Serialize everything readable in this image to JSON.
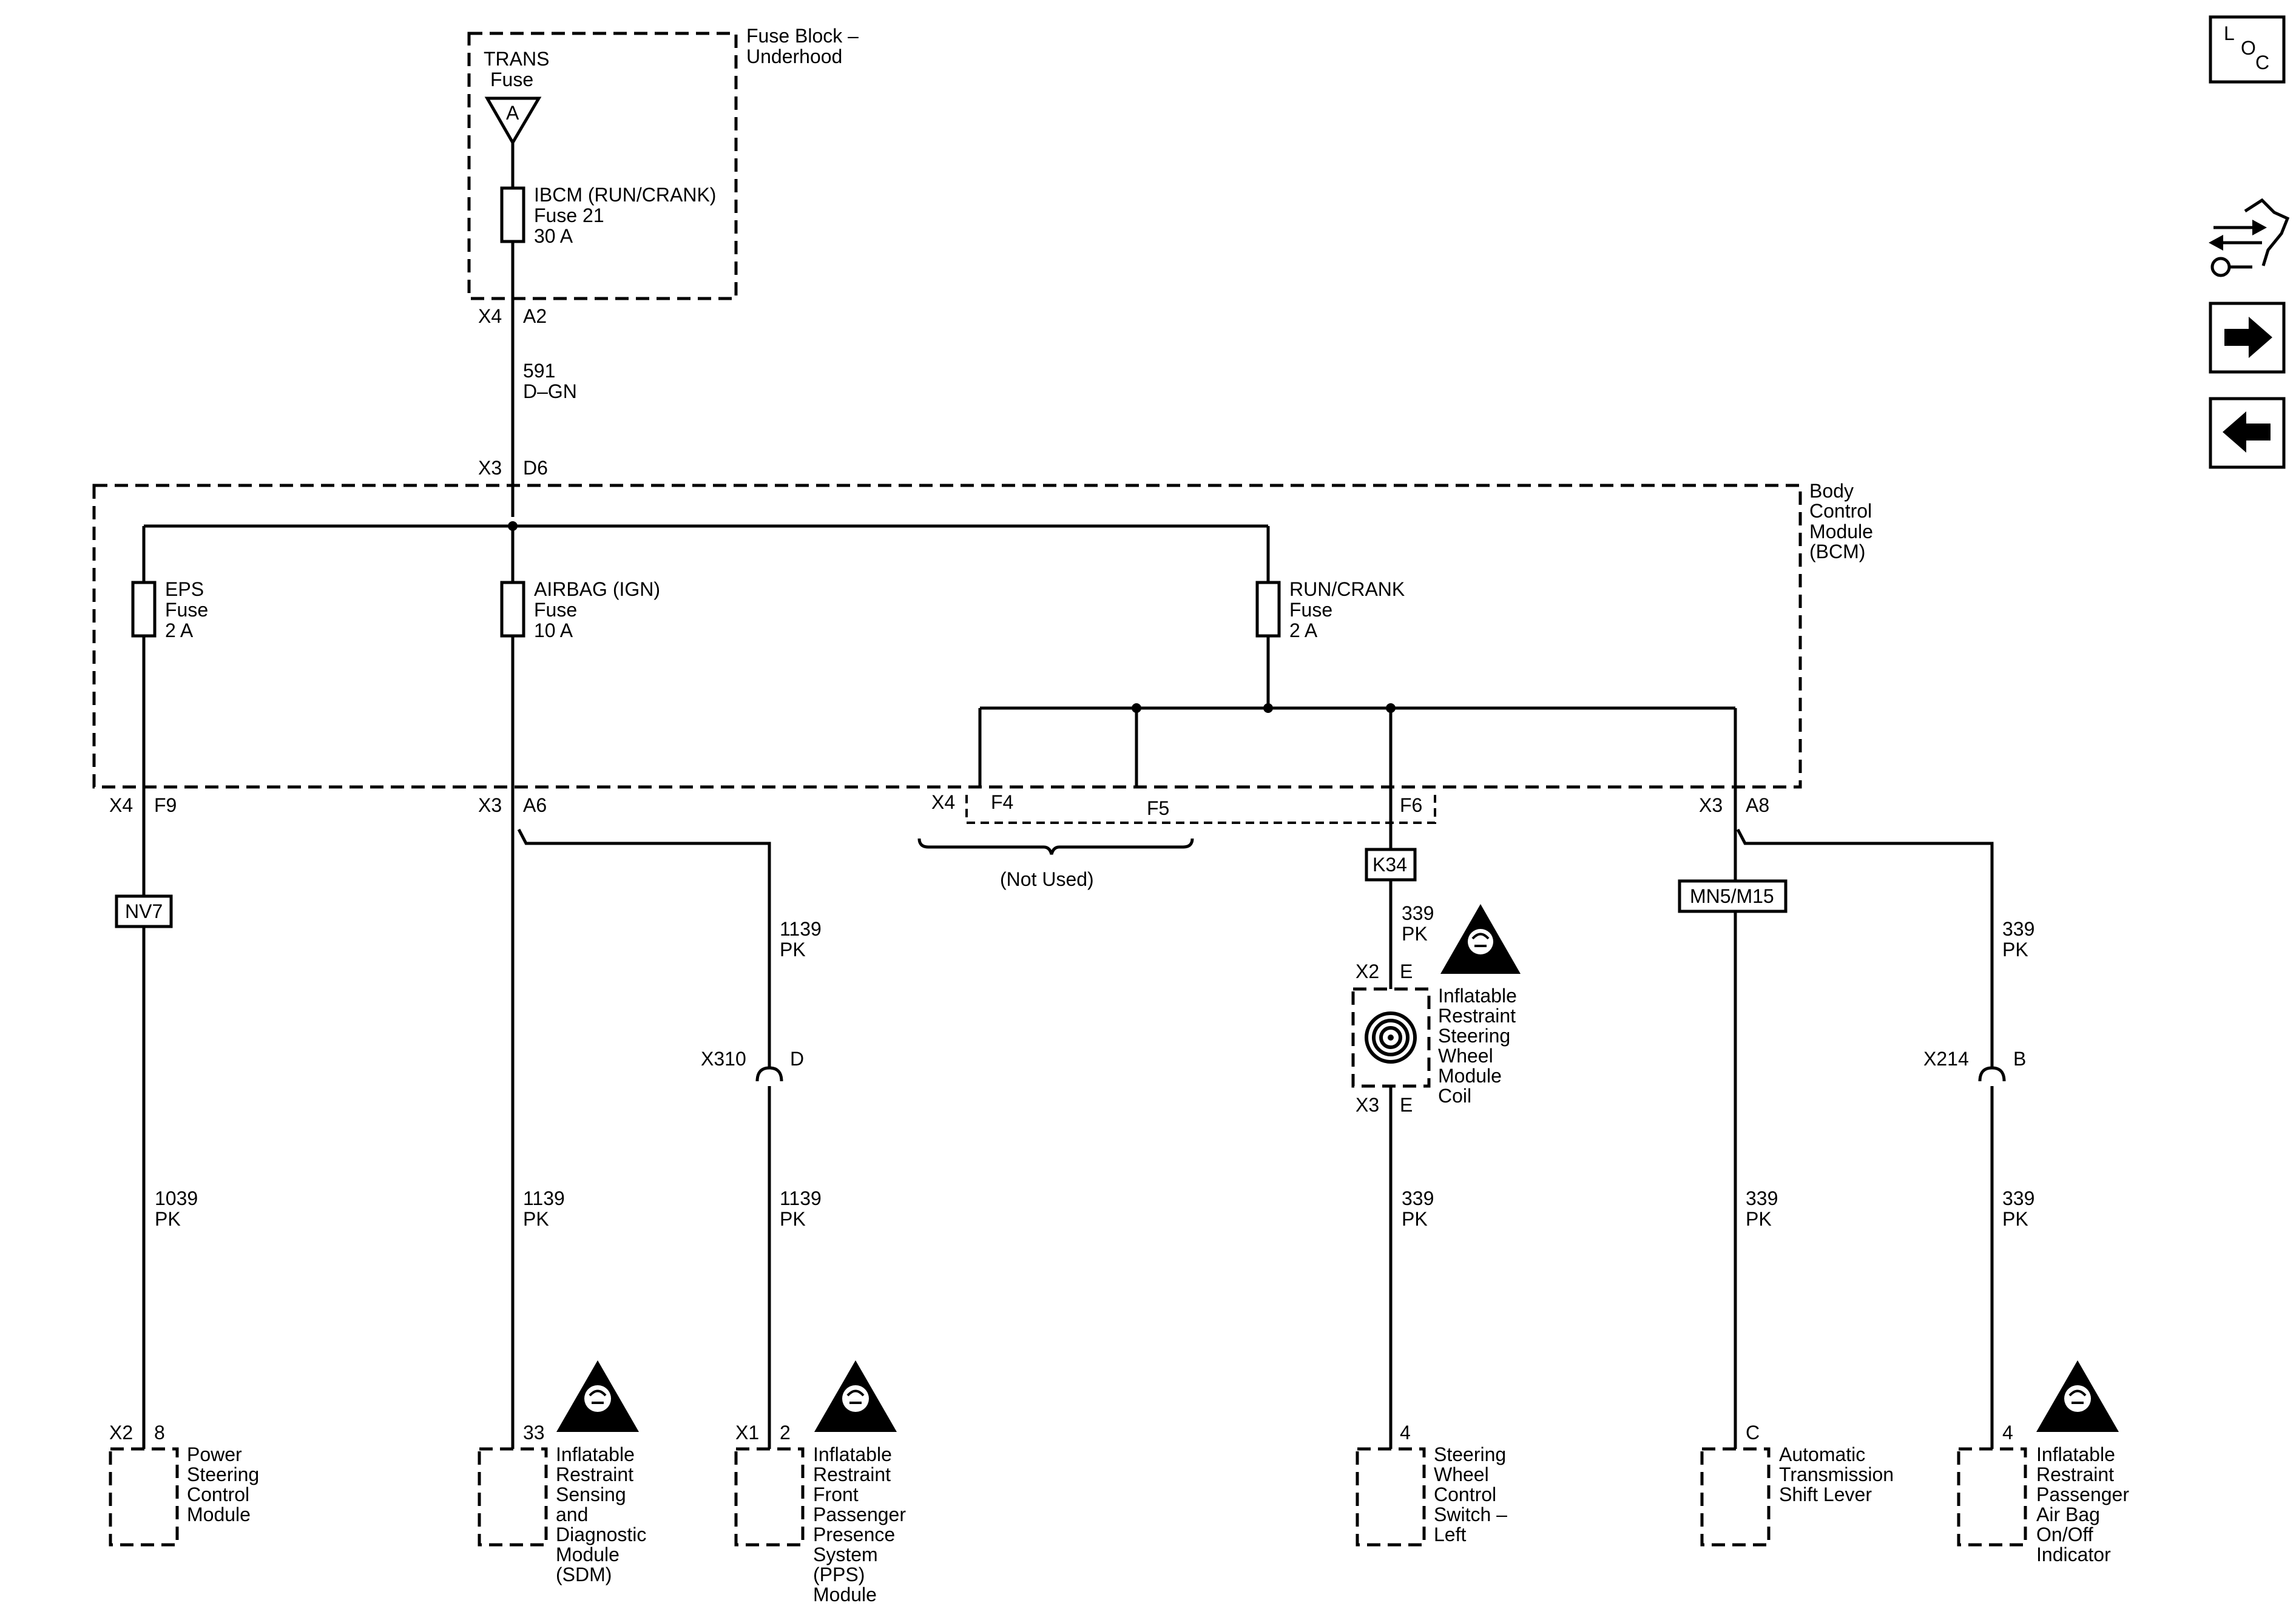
{
  "fuse_block": {
    "title": [
      "Fuse Block –",
      "Underhood"
    ],
    "trans_label": [
      "TRANS",
      "Fuse"
    ],
    "trans_letter": "A",
    "ibcm_fuse": [
      "IBCM (RUN/CRANK)",
      "Fuse 21",
      "30 A"
    ],
    "conn_x4": "X4",
    "pin_a2": "A2"
  },
  "feed_wire": [
    "591",
    "D–GN"
  ],
  "bcm": {
    "title": [
      "Body",
      "Control",
      "Module",
      "(BCM)"
    ],
    "conn_x3": "X3",
    "pin_d6": "D6",
    "eps_fuse": [
      "EPS",
      "Fuse",
      "2 A"
    ],
    "airbag_fuse": [
      "AIRBAG (IGN)",
      "Fuse",
      "10 A"
    ],
    "runcrank_fuse": [
      "RUN/CRANK",
      "Fuse",
      "2 A"
    ],
    "pins": {
      "x4_f9": [
        "X4",
        "F9"
      ],
      "x3_a6": [
        "X3",
        "A6"
      ],
      "x4_f4": [
        "X4",
        "F4"
      ],
      "f5": "F5",
      "f6": "F6",
      "x3_a8": [
        "X3",
        "A8"
      ]
    },
    "not_used": "(Not Used)"
  },
  "inline_labels": {
    "nv7": "NV7",
    "k34": "K34",
    "mn5_m15": "MN5/M15"
  },
  "wires": {
    "w1139_upper": [
      "1139",
      "PK"
    ],
    "w339_k34": [
      "339",
      "PK"
    ],
    "w339_a8_upper": [
      "339",
      "PK"
    ],
    "w1039": [
      "1039",
      "PK"
    ],
    "w1139_sdm": [
      "1139",
      "PK"
    ],
    "w1139_pps": [
      "1139",
      "PK"
    ],
    "w339_swc": [
      "339",
      "PK"
    ],
    "w339_shift": [
      "339",
      "PK"
    ],
    "w339_indicator": [
      "339",
      "PK"
    ]
  },
  "connectors": {
    "x310": "X310",
    "x310_pin": "D",
    "x214": "X214",
    "x214_pin": "B",
    "coil_x2": "X2",
    "coil_x2_pin": "E",
    "coil_x3": "X3",
    "coil_x3_pin": "E"
  },
  "clockspring": [
    "Inflatable",
    "Restraint",
    "Steering",
    "Wheel",
    "Module",
    "Coil"
  ],
  "components": {
    "psc": {
      "conn": "X2",
      "pin": "8",
      "name": [
        "Power",
        "Steering",
        "Control",
        "Module"
      ]
    },
    "sdm": {
      "pin": "33",
      "name": [
        "Inflatable",
        "Restraint",
        "Sensing",
        "and",
        "Diagnostic",
        "Module",
        "(SDM)"
      ]
    },
    "pps": {
      "conn": "X1",
      "pin": "2",
      "name": [
        "Inflatable",
        "Restraint",
        "Front",
        "Passenger",
        "Presence",
        "System",
        "(PPS)",
        "Module"
      ]
    },
    "swc": {
      "pin": "4",
      "name": [
        "Steering",
        "Wheel",
        "Control",
        "Switch –",
        "Left"
      ]
    },
    "shift": {
      "pin": "C",
      "name": [
        "Automatic",
        "Transmission",
        "Shift Lever"
      ]
    },
    "indicator": {
      "pin": "4",
      "name": [
        "Inflatable",
        "Restraint",
        "Passenger",
        "Air Bag",
        "On/Off",
        "Indicator"
      ]
    }
  },
  "nav": {
    "loc": [
      "L",
      "O",
      "C"
    ],
    "icons": [
      "connector-wrench-icon",
      "arrow-right-icon",
      "arrow-left-icon"
    ]
  }
}
